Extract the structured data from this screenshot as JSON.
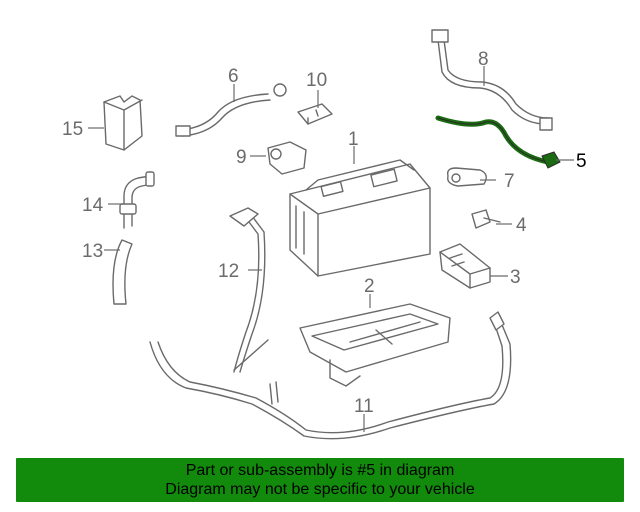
{
  "diagram": {
    "callouts": [
      "1",
      "2",
      "3",
      "4",
      "5",
      "6",
      "7",
      "8",
      "9",
      "10",
      "11",
      "12",
      "13",
      "14",
      "15"
    ],
    "highlight_part": "5",
    "highlight_color": "#1a6b12",
    "line_color": "#6a6a6a"
  },
  "banner": {
    "line1": "Part or sub-assembly is #5 in diagram",
    "line2": "Diagram may not be specific to your vehicle",
    "background": "#128a0c"
  }
}
